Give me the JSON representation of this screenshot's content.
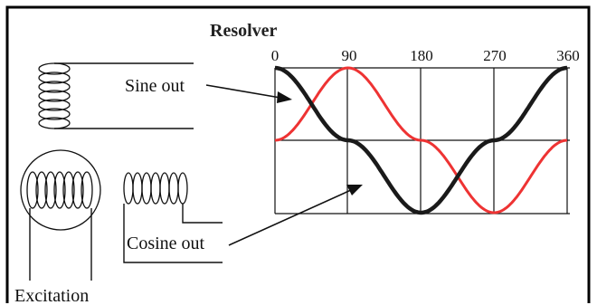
{
  "diagram": {
    "title": "Resolver",
    "labels": {
      "sine_out": "Sine out",
      "cosine_out": "Cosine out",
      "excitation": "Excitation"
    },
    "x_ticks": [
      "0",
      "90",
      "180",
      "270",
      "360"
    ],
    "colors": {
      "frame": "#000000",
      "grid": "#111111",
      "sine_wave": "#ee3333",
      "cosine_wave": "#1a1a1a"
    }
  },
  "chart_data": {
    "type": "line",
    "x": [
      0,
      90,
      180,
      270,
      360
    ],
    "xlim": [
      0,
      360
    ],
    "ylim": [
      -1,
      1
    ],
    "series": [
      {
        "values": [
          0,
          1,
          0,
          -1,
          0
        ],
        "color": "#ee3333"
      },
      {
        "values": [
          1,
          0,
          -1,
          0,
          1
        ],
        "color": "#1a1a1a"
      }
    ]
  }
}
